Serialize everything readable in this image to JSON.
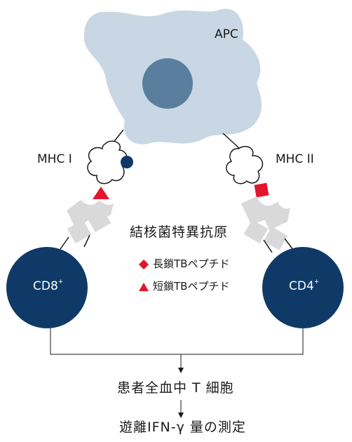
{
  "apc": {
    "label": "APC",
    "color": "#c8d7e3",
    "nucleus_color": "#5a7f9e"
  },
  "mhc1": {
    "label": "MHC I"
  },
  "mhc2": {
    "label": "MHC II"
  },
  "antigen": {
    "title": "結核菌特異抗原",
    "legend": [
      {
        "shape": "diamond",
        "text": "長鎖TBペプチド"
      },
      {
        "shape": "triangle",
        "text": "短鎖TBペプチド"
      }
    ],
    "color": "#e2152d"
  },
  "cells": {
    "cd8": {
      "label": "CD8",
      "sup": "+"
    },
    "cd4": {
      "label": "CD4",
      "sup": "+"
    },
    "color": "#0f3a68"
  },
  "tcr_color": "#d9d9d9",
  "flow": {
    "step1": "患者全血中 T 細胞",
    "step2": "遊離IFN-γ 量の測定"
  }
}
